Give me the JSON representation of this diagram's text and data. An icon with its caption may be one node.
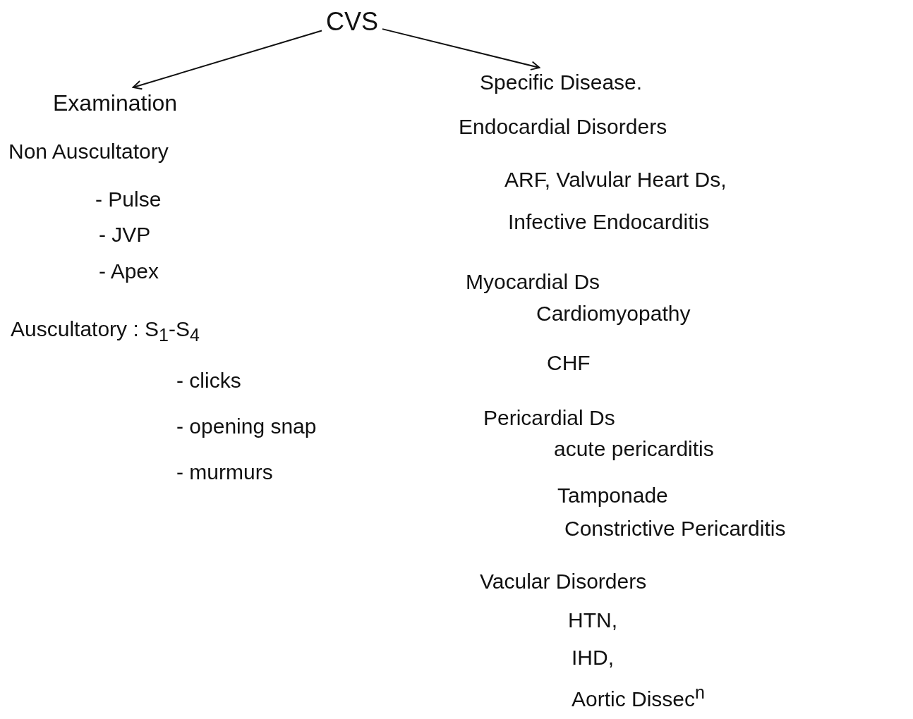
{
  "diagram": {
    "nodes": [
      {
        "text": [
          "CVS"
        ]
      },
      {
        "text": [
          "Examination"
        ]
      },
      {
        "text": [
          "Specific Disease."
        ]
      }
    ],
    "edges": [
      {
        "from": 0,
        "to": 1,
        "arrow": "to"
      },
      {
        "from": 0,
        "to": 2,
        "arrow": "to"
      }
    ],
    "labels": [
      "Non Auscultatory",
      "- Pulse",
      "- JVP",
      "- Apex",
      "Auscultatory : S$_{1}$-S$_{4}$",
      "- clicks",
      "- opening snap",
      "- murmurs",
      "Endocardial Disorders",
      "ARF, Valvular Heart Ds,",
      "Infective Endocarditis",
      "Myocardial Ds",
      "Cardiomyopathy",
      "CHF",
      "Pericardial Ds",
      "acute pericarditis",
      "Tamponade",
      "Constrictive Pericarditis",
      "Vacular Disorders",
      "HTN,",
      "IHD,",
      "Aortic Dissec$^{n}$"
    ]
  }
}
